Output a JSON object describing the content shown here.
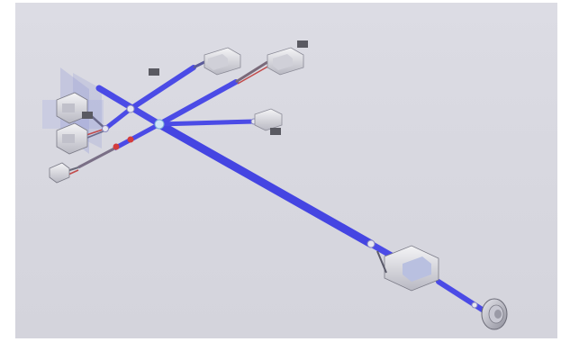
{
  "viewport": {
    "background": "#d8d8e0",
    "harness_color": "#4b4be6",
    "branch_points": 6,
    "labels": [
      {
        "name": "label-tag-1",
        "text": ""
      },
      {
        "name": "label-tag-2",
        "text": ""
      },
      {
        "name": "label-tag-3",
        "text": ""
      },
      {
        "name": "label-tag-4",
        "text": ""
      }
    ]
  }
}
